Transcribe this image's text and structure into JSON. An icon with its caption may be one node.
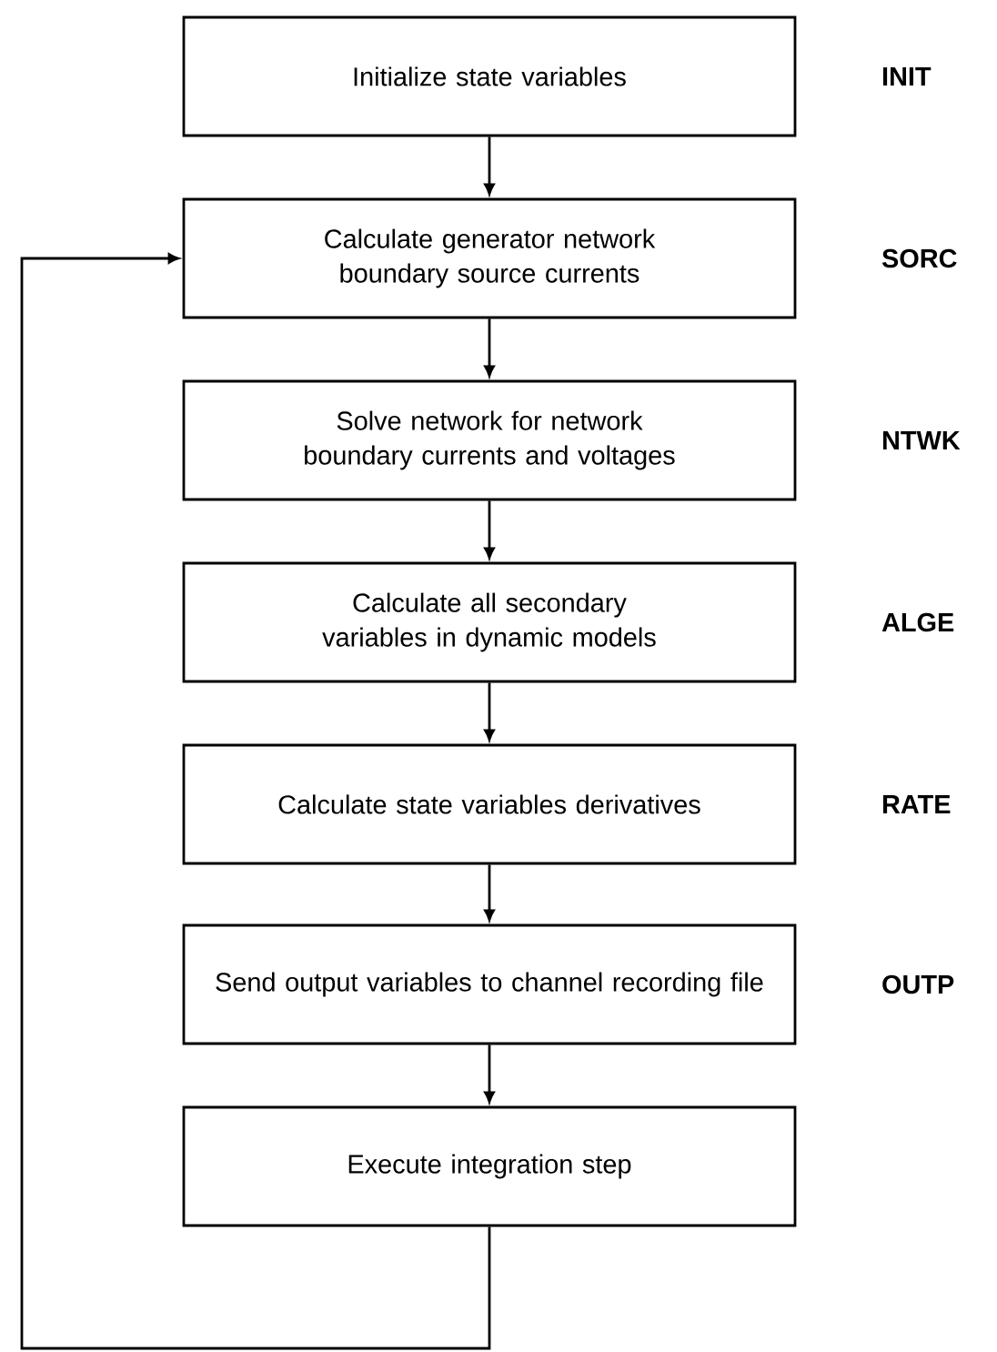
{
  "diagram": {
    "nodes": [
      {
        "text": [
          "Initialize state variables"
        ],
        "beside": [
          "INIT"
        ]
      },
      {
        "text": [
          "Calculate generator network boundary source currents"
        ],
        "beside": [
          "SORC"
        ]
      },
      {
        "text": [
          "Solve network for network boundary currents and voltages"
        ],
        "beside": [
          "NTWK"
        ]
      },
      {
        "text": [
          "Calculate all secondary variables in dynamic models"
        ],
        "beside": [
          "ALGE"
        ]
      },
      {
        "text": [
          "Calculate state variables derivatives"
        ],
        "beside": [
          "RATE"
        ]
      },
      {
        "text": [
          "Send output variables to channel recording file"
        ],
        "beside": [
          "OUTP"
        ]
      },
      {
        "text": [
          "Execute integration step"
        ]
      }
    ],
    "edges": [
      {
        "from": 0,
        "to": 1,
        "arrow": "to"
      },
      {
        "from": 1,
        "to": 2,
        "arrow": "to"
      },
      {
        "from": 2,
        "to": 3,
        "arrow": "to"
      },
      {
        "from": 3,
        "to": 4,
        "arrow": "to"
      },
      {
        "from": 4,
        "to": 5,
        "arrow": "to"
      },
      {
        "from": 5,
        "to": 6,
        "arrow": "to"
      },
      {
        "from": 6,
        "to": 1,
        "arrow": "to"
      }
    ]
  }
}
